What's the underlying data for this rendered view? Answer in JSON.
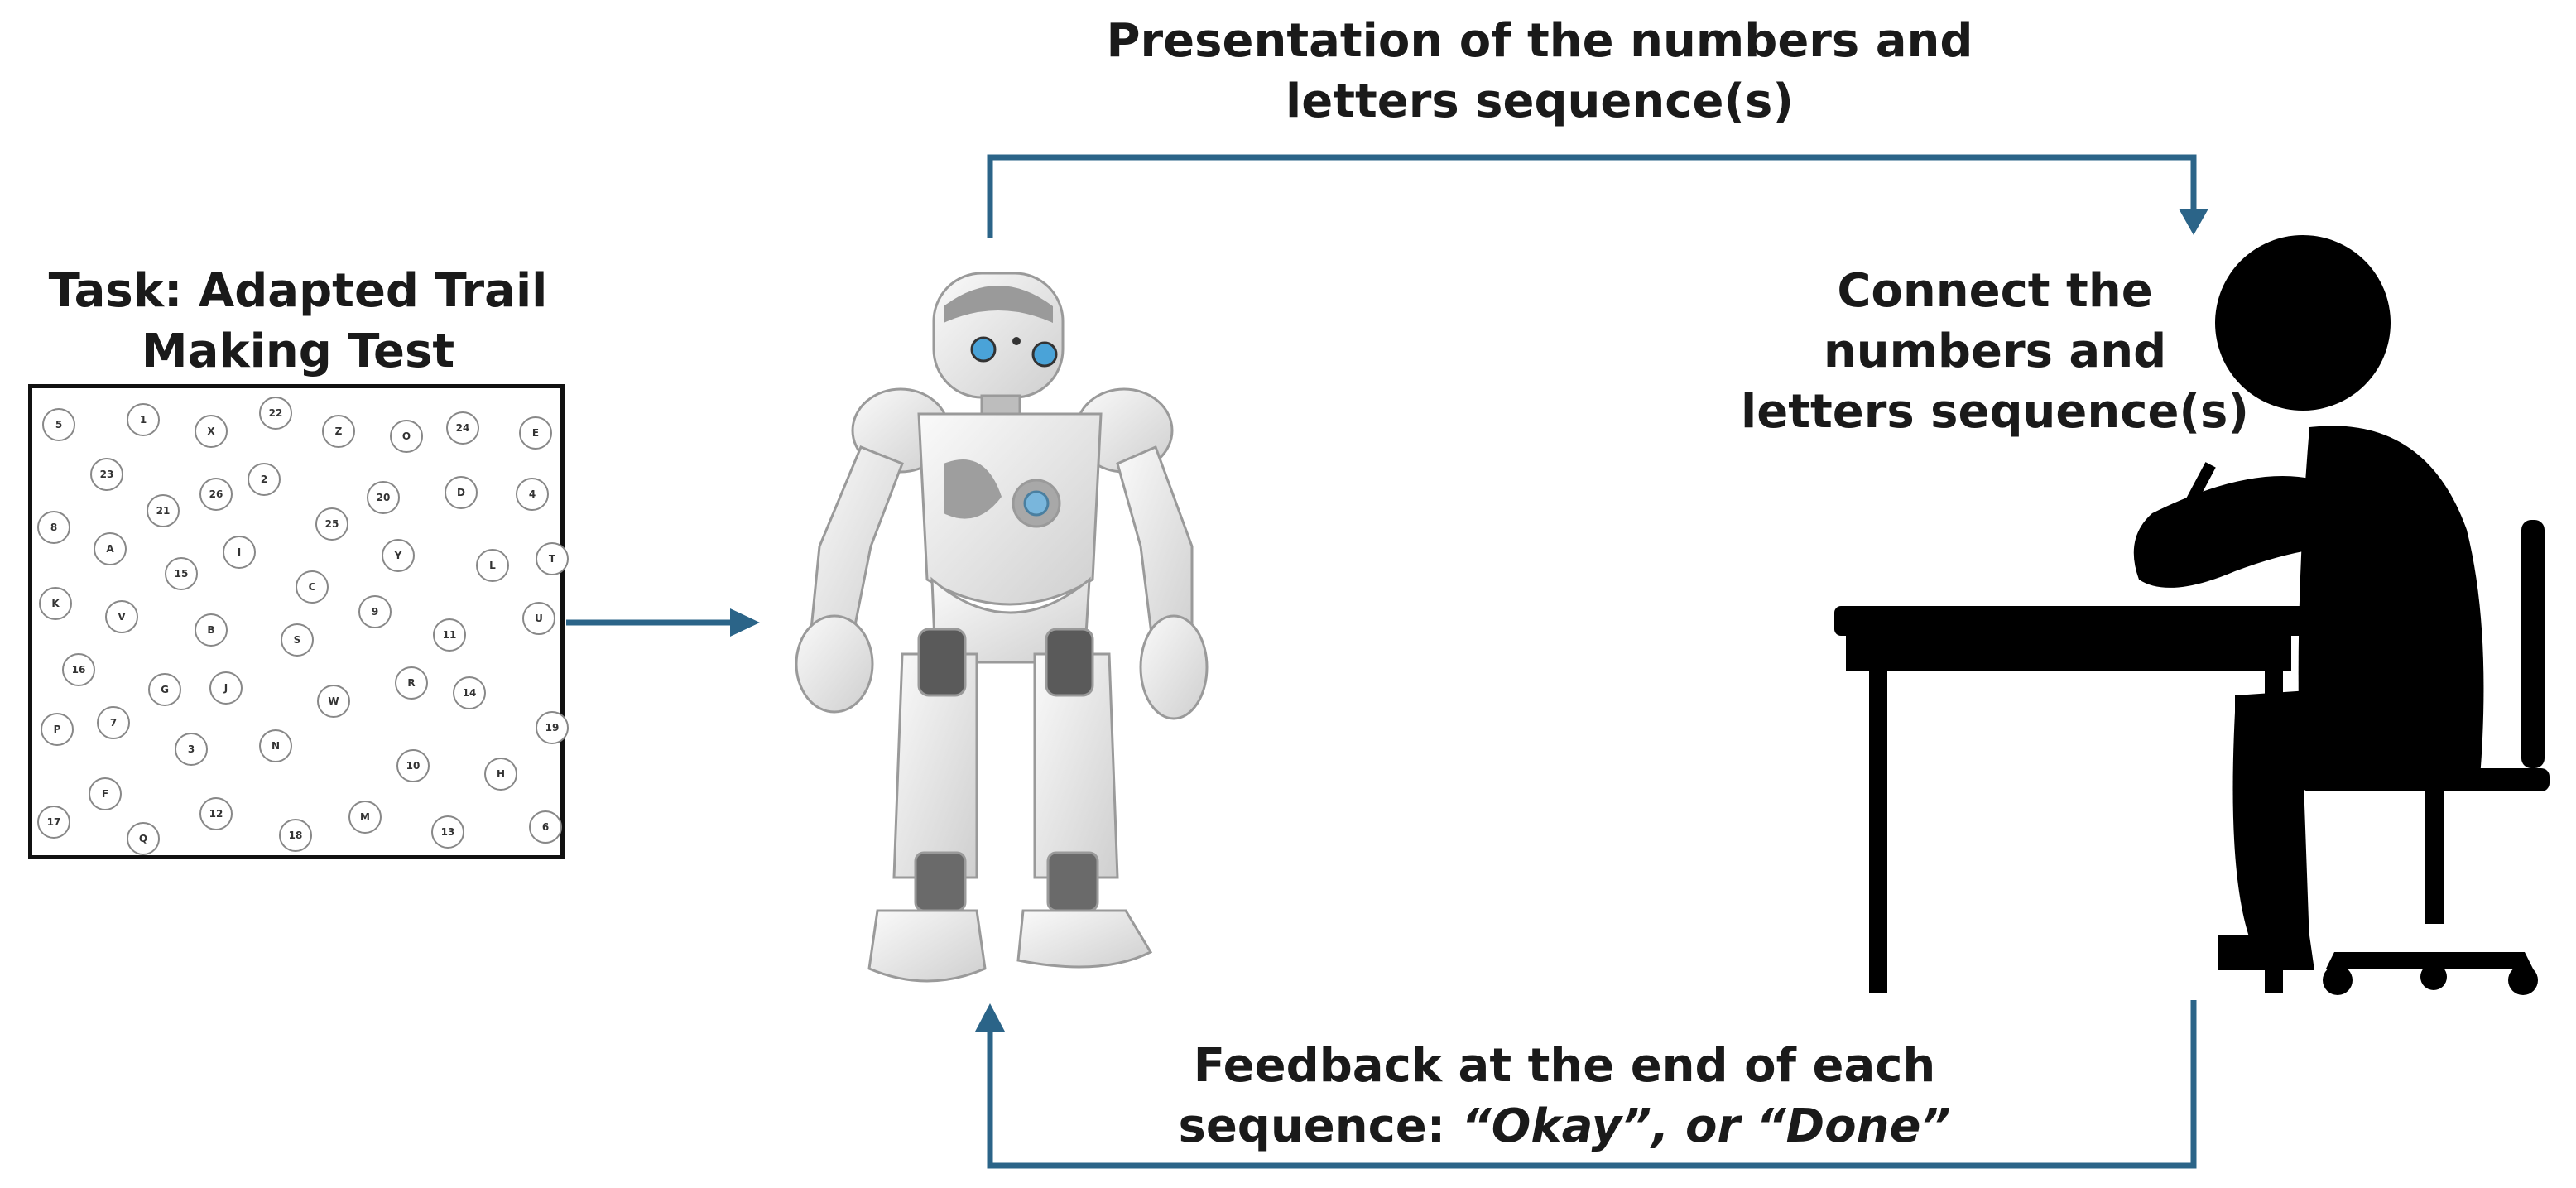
{
  "labels": {
    "presentation": [
      "Presentation of the numbers and",
      "letters sequence(s)"
    ],
    "task": [
      "Task: Adapted Trail",
      "Making Test"
    ],
    "connect": [
      "Connect the",
      "numbers and",
      "letters sequence(s)"
    ],
    "feedback_line1": "Feedback  at the end of each",
    "feedback_prefix": "sequence: ",
    "feedback_quote": "“Okay”, or “Done”"
  },
  "tmt_items": [
    "5",
    "1",
    "X",
    "22",
    "Z",
    "O",
    "24",
    "E",
    "23",
    "2",
    "21",
    "26",
    "20",
    "D",
    "4",
    "8",
    "A",
    "25",
    "I",
    "Y",
    "L",
    "T",
    "15",
    "C",
    "K",
    "V",
    "9",
    "B",
    "S",
    "11",
    "U",
    "16",
    "J",
    "G",
    "R",
    "14",
    "W",
    "P",
    "7",
    "19",
    "3",
    "N",
    "10",
    "H",
    "F",
    "17",
    "12",
    "M",
    "18",
    "13",
    "6",
    "Q"
  ],
  "colors": {
    "arrow": "#2b6488",
    "text": "#1a1a1a",
    "silhouette": "#000000"
  }
}
